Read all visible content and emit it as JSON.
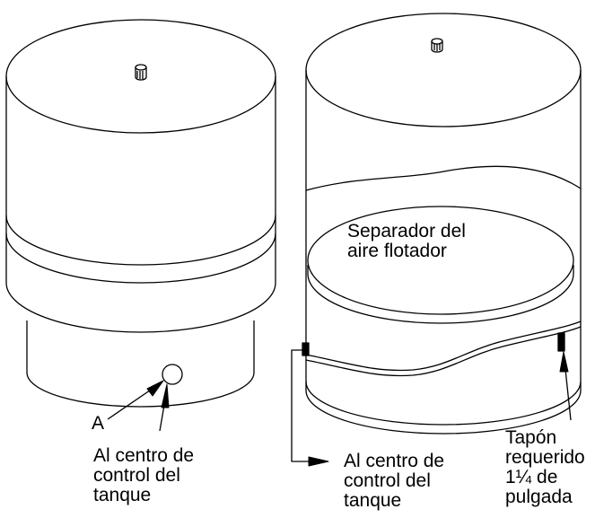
{
  "left_tank": {
    "label_a": "A",
    "caption": [
      "Al centro de",
      "control del",
      "tanque"
    ]
  },
  "right_tank": {
    "separator_label": [
      "Separador del",
      "aire flotador"
    ],
    "caption_center": [
      "Al centro de",
      "control del",
      "tanque"
    ],
    "caption_plug": [
      "Tapón",
      "requerido",
      "1¼ de",
      "pulgada"
    ]
  }
}
